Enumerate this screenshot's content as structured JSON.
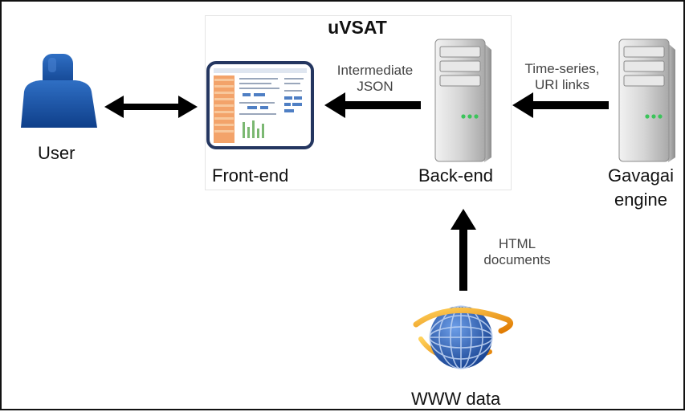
{
  "diagram": {
    "title": "uVSAT",
    "nodes": {
      "user": "User",
      "front_end": "Front-end",
      "back_end": "Back-end",
      "gavagai_line1": "Gavagai",
      "gavagai_line2": "engine",
      "www": "WWW data"
    },
    "edges": {
      "intermediate_line1": "Intermediate",
      "intermediate_line2": "JSON",
      "timeseries_line1": "Time-series,",
      "timeseries_line2": "URI links",
      "html_line1": "HTML",
      "html_line2": "documents"
    },
    "icons": [
      "user-icon",
      "screenshot-icon",
      "server-icon",
      "globe-icon"
    ]
  }
}
